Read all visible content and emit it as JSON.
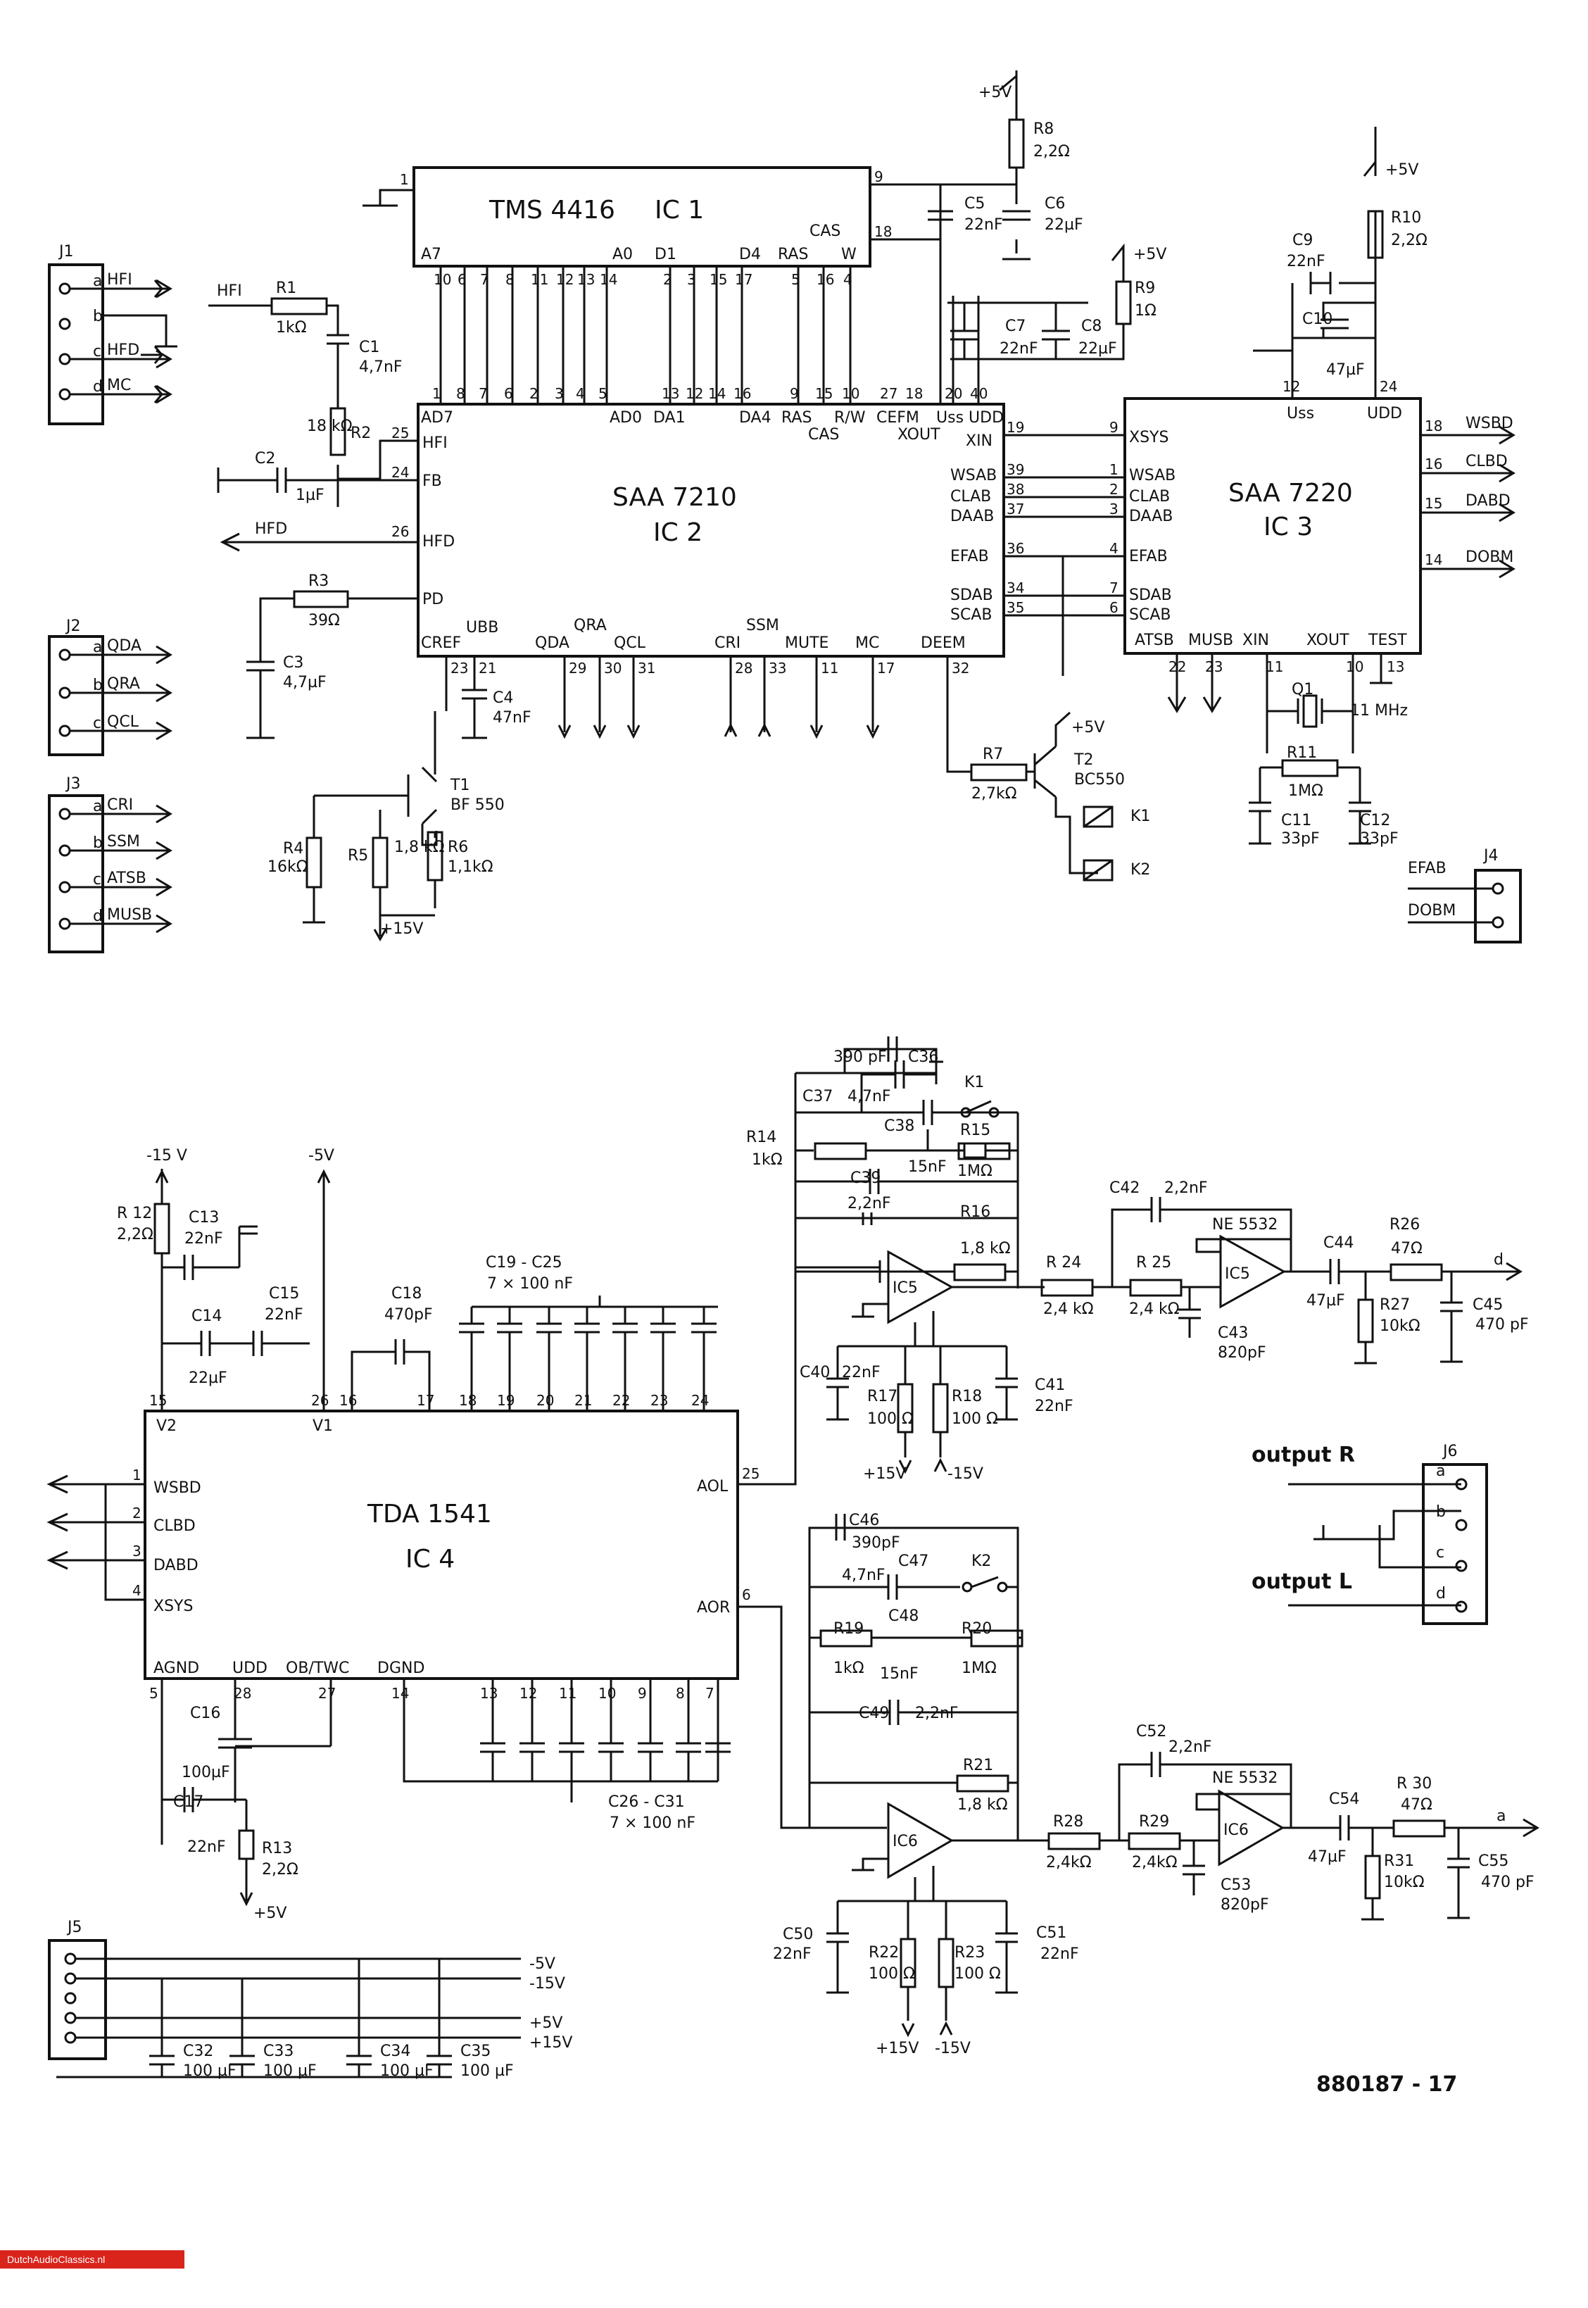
{
  "drawing_number": "880187 - 17",
  "watermark": "DutchAudioClassics.nl",
  "ics": {
    "ic1": {
      "part": "TMS 4416",
      "ref": "IC 1"
    },
    "ic2": {
      "part": "SAA 7210",
      "ref": "IC 2"
    },
    "ic3": {
      "part": "SAA 7220",
      "ref": "IC 3"
    },
    "ic4": {
      "part": "TDA 1541",
      "ref": "IC 4"
    },
    "ic5": {
      "ref": "IC5",
      "opamp": "NE 5532"
    },
    "ic6": {
      "ref": "IC6",
      "opamp": "NE 5532"
    }
  },
  "ic1_pins": {
    "a7": "A7",
    "a0": "A0",
    "d1": "D1",
    "d4": "D4",
    "ras": "RAS",
    "cas": "CAS",
    "w": "W",
    "p1": "1",
    "p9": "9",
    "p18": "18",
    "bottom": [
      "10",
      "6",
      "7",
      "8",
      "11",
      "12",
      "13",
      "14",
      "2",
      "3",
      "15",
      "17",
      "5",
      "16",
      "4"
    ]
  },
  "ic2_pins": {
    "ad7": "AD7",
    "ad0": "AD0",
    "da1": "DA1",
    "da4": "DA4",
    "ras": "RAS",
    "cas": "CAS",
    "rw": "R/W",
    "cefm": "CEFM",
    "xout": "XOUT",
    "uss_udd": "Uss UDD",
    "xin": "XIN",
    "hfi": "HFI",
    "fb": "FB",
    "hfd": "HFD",
    "pd": "PD",
    "cref": "CREF",
    "ubb": "UBB",
    "qda": "QDA",
    "qra": "QRA",
    "qcl": "QCL",
    "cri": "CRI",
    "ssm": "SSM",
    "mute": "MUTE",
    "mc": "MC",
    "deem": "DEEM",
    "wsab": "WSAB",
    "clab": "CLAB",
    "daab": "DAAB",
    "efab": "EFAB",
    "sdab": "SDAB",
    "scab": "SCAB",
    "top": [
      "1",
      "8",
      "7",
      "6",
      "2",
      "3",
      "4",
      "5",
      "13",
      "12",
      "14",
      "16",
      "9",
      "15",
      "10",
      "27",
      "18",
      "20",
      "40"
    ],
    "left": [
      "25",
      "24",
      "26"
    ],
    "bottom": [
      "23",
      "21",
      "29",
      "30",
      "31",
      "28",
      "33",
      "11",
      "17",
      "32"
    ],
    "right": [
      "19",
      "39",
      "38",
      "37",
      "36",
      "34",
      "35"
    ]
  },
  "ic3_pins": {
    "xsys": "XSYS",
    "wsab": "WSAB",
    "clab": "CLAB",
    "daab": "DAAB",
    "efab": "EFAB",
    "sdab": "SDAB",
    "scab": "SCAB",
    "uss": "Uss",
    "udd": "UDD",
    "atsb": "ATSB",
    "musb": "MUSB",
    "xin": "XIN",
    "xout": "XOUT",
    "test": "TEST",
    "left": [
      "9",
      "1",
      "2",
      "3",
      "4",
      "7",
      "6"
    ],
    "top": [
      "12",
      "24"
    ],
    "right": [
      "18",
      "16",
      "15",
      "14"
    ],
    "bottom": [
      "22",
      "23",
      "11",
      "10",
      "13"
    ]
  },
  "ic3_outputs": [
    "WSBD",
    "CLBD",
    "DABD",
    "DOBM"
  ],
  "ic4_pins": {
    "v2": "V2",
    "v1": "V1",
    "wsbd": "WSBD",
    "clbd": "CLBD",
    "dabd": "DABD",
    "xsys": "XSYS",
    "aol": "AOL",
    "aor": "AOR",
    "agnd": "AGND",
    "udd": "UDD",
    "ob_twc": "OB/TWC",
    "dgnd": "DGND",
    "top": [
      "15",
      "26",
      "16",
      "17",
      "18",
      "19",
      "20",
      "21",
      "22",
      "23",
      "24"
    ],
    "left": [
      "1",
      "2",
      "3",
      "4"
    ],
    "right": [
      "25",
      "6"
    ],
    "bottom": [
      "5",
      "28",
      "27",
      "14",
      "13",
      "12",
      "11",
      "10",
      "9",
      "8",
      "7"
    ]
  },
  "connectors": {
    "j1": {
      "name": "J1",
      "pins": [
        "a",
        "b",
        "c",
        "d"
      ],
      "signals": [
        "HFI",
        "",
        "HFD",
        "MC"
      ]
    },
    "j2": {
      "name": "J2",
      "pins": [
        "a",
        "b",
        "c"
      ],
      "signals": [
        "QDA",
        "QRA",
        "QCL"
      ]
    },
    "j3": {
      "name": "J3",
      "pins": [
        "a",
        "b",
        "c",
        "d"
      ],
      "signals": [
        "CRI",
        "SSM",
        "ATSB",
        "MUSB"
      ]
    },
    "j4": {
      "name": "J4",
      "signals": [
        "EFAB",
        "DOBM"
      ]
    },
    "j5": {
      "name": "J5",
      "signals": [
        "-5V",
        "-15V",
        "+5V",
        "+15V"
      ]
    },
    "j6": {
      "name": "J6",
      "pins": [
        "a",
        "b",
        "c",
        "d"
      ]
    }
  },
  "outputs": {
    "right": "output R",
    "left": "output L",
    "d": "d",
    "a": "a"
  },
  "supplies": {
    "p5v": "+5V",
    "p15v": "+15V",
    "m15v": "-15V",
    "m5v": "-5V",
    "m15v_b": "-15 V"
  },
  "crystal": {
    "ref": "Q1",
    "freq": "11 MHz"
  },
  "transistors": {
    "t1": {
      "ref": "T1",
      "type": "BF 550"
    },
    "t2": {
      "ref": "T2",
      "type": "BC550"
    }
  },
  "relays": [
    "K1",
    "K2"
  ],
  "components": {
    "r1": [
      "R1",
      "1kΩ"
    ],
    "r2": [
      "R2",
      "18 kΩ"
    ],
    "r3": [
      "R3",
      "39Ω"
    ],
    "r4": [
      "R4",
      "16kΩ"
    ],
    "r5": [
      "R5",
      "1,8 kΩ"
    ],
    "r6": [
      "R6",
      "1,1kΩ"
    ],
    "r7": [
      "R7",
      "2,7kΩ"
    ],
    "r8": [
      "R8",
      "2,2Ω"
    ],
    "r9": [
      "R9",
      "1Ω"
    ],
    "r10": [
      "R10",
      "2,2Ω"
    ],
    "r11": [
      "R11",
      "1MΩ"
    ],
    "r12": [
      "R 12",
      "2,2Ω"
    ],
    "r13": [
      "R13",
      "2,2Ω"
    ],
    "r14": [
      "R14",
      "1kΩ"
    ],
    "r15": [
      "R15",
      "1MΩ"
    ],
    "r16": [
      "R16",
      "1,8 kΩ"
    ],
    "r17": [
      "R17",
      "100 Ω"
    ],
    "r18": [
      "R18",
      "100 Ω"
    ],
    "r19": [
      "R19",
      "1kΩ"
    ],
    "r20": [
      "R20",
      "1MΩ"
    ],
    "r21": [
      "R21",
      "1,8 kΩ"
    ],
    "r22": [
      "R22",
      "100 Ω"
    ],
    "r23": [
      "R23",
      "100 Ω"
    ],
    "r24": [
      "R 24",
      "2,4 kΩ"
    ],
    "r25": [
      "R 25",
      "2,4 kΩ"
    ],
    "r26": [
      "R26",
      "47Ω"
    ],
    "r27": [
      "R27",
      "10kΩ"
    ],
    "r28": [
      "R28",
      "2,4kΩ"
    ],
    "r29": [
      "R29",
      "2,4kΩ"
    ],
    "r30": [
      "R 30",
      "47Ω"
    ],
    "r31": [
      "R31",
      "10kΩ"
    ],
    "c1": [
      "C1",
      "4,7nF"
    ],
    "c2": [
      "C2",
      "1µF"
    ],
    "c3": [
      "C3",
      "4,7µF"
    ],
    "c4": [
      "C4",
      "47nF"
    ],
    "c5": [
      "C5",
      "22nF"
    ],
    "c6": [
      "C6",
      "22µF"
    ],
    "c7": [
      "C7",
      "22nF"
    ],
    "c8": [
      "C8",
      "22µF"
    ],
    "c9": [
      "C9",
      "22nF"
    ],
    "c10": [
      "C10",
      "47µF"
    ],
    "c11": [
      "C11",
      "33pF"
    ],
    "c12": [
      "C12",
      "33pF"
    ],
    "c13": [
      "C13",
      "22nF"
    ],
    "c14": [
      "C14",
      "22µF"
    ],
    "c15": [
      "C15",
      "22nF"
    ],
    "c16": [
      "C16",
      "100µF"
    ],
    "c17": [
      "C17",
      "22nF"
    ],
    "c18": [
      "C18",
      "470pF"
    ],
    "c19_25": [
      "C19 - C25",
      "7 × 100 nF"
    ],
    "c26_31": [
      "C26 - C31",
      "7 × 100 nF"
    ],
    "c32": [
      "C32",
      "100 µF"
    ],
    "c33": [
      "C33",
      "100 µF"
    ],
    "c34": [
      "C34",
      "100 µF"
    ],
    "c35": [
      "C35",
      "100 µF"
    ],
    "c36": [
      "C36",
      "390 pF"
    ],
    "c37": [
      "C37",
      "4,7nF"
    ],
    "c38": [
      "C38",
      "15nF"
    ],
    "c39": [
      "C39",
      "2,2nF"
    ],
    "c40": [
      "C40",
      "22nF"
    ],
    "c41": [
      "C41",
      "22nF"
    ],
    "c42": [
      "C42",
      "2,2nF"
    ],
    "c43": [
      "C43",
      "820pF"
    ],
    "c44": [
      "C44",
      "47µF"
    ],
    "c45": [
      "C45",
      "470 pF"
    ],
    "c46": [
      "C46",
      "390pF"
    ],
    "c47": [
      "C47",
      "4,7nF"
    ],
    "c48": [
      "C48",
      "15nF"
    ],
    "c49": [
      "C49",
      "2,2nF"
    ],
    "c50": [
      "C50",
      "22nF"
    ],
    "c51": [
      "C51",
      "22nF"
    ],
    "c52": [
      "C52",
      "2,2nF"
    ],
    "c53": [
      "C53",
      "820pF"
    ],
    "c54": [
      "C54",
      "47µF"
    ],
    "c55": [
      "C55",
      "470 pF"
    ]
  }
}
